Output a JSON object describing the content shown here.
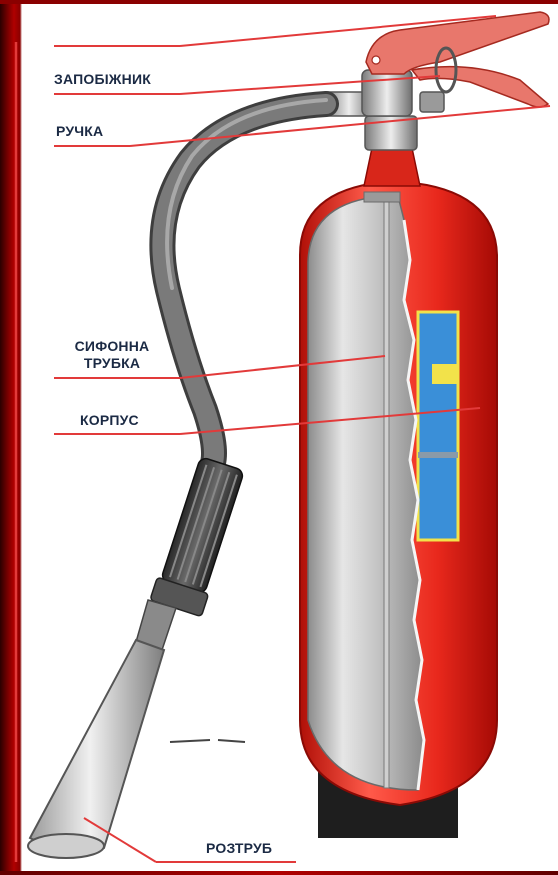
{
  "labels": {
    "fuse": "ЗАПОБІЖНИК",
    "handle": "РУЧКА",
    "siphon_line1": "СИФОННА",
    "siphon_line2": "ТРУБКА",
    "body": "КОРПУС",
    "horn": "РОЗТРУБ"
  },
  "colors": {
    "frame": "#b00000",
    "leader": "#e23a3a",
    "cylinder_red": "#e8281c",
    "metal": "#b8b8b8",
    "hose": "#5a5a5a",
    "label_text": "#1b2a44",
    "inner_blue": "#3a8fd8",
    "inner_yellow": "#f2e24a"
  },
  "icons": {
    "extinguisher": "co2-extinguisher-cutaway"
  }
}
